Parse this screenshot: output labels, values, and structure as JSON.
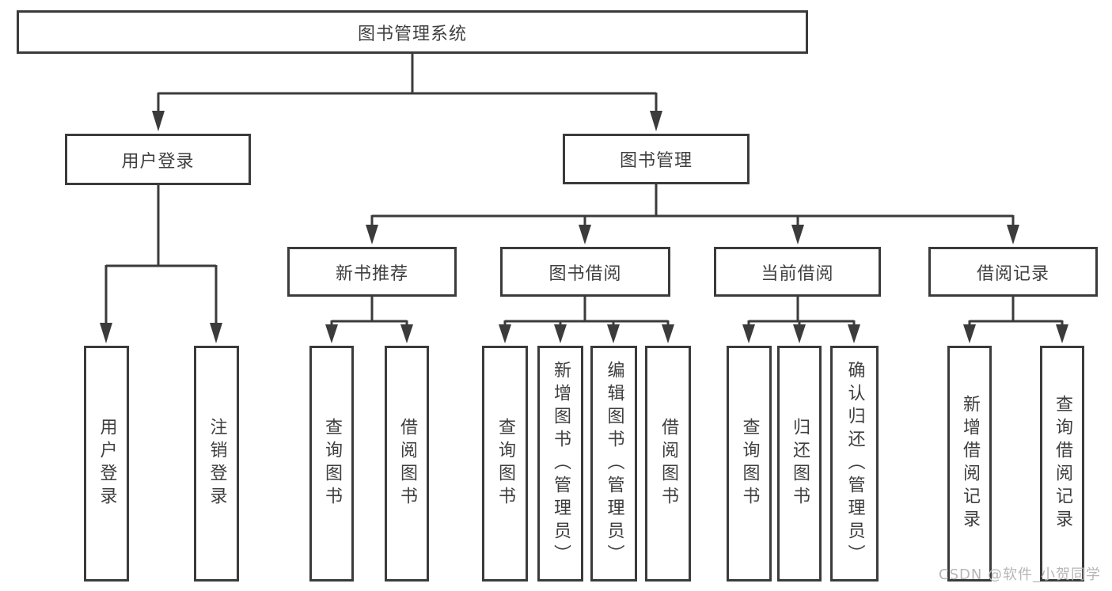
{
  "diagram": {
    "tree": {
      "label": "图书管理系统",
      "children": [
        {
          "label": "用户登录",
          "children": [
            {
              "label": "用户登录"
            },
            {
              "label": "注销登录"
            }
          ]
        },
        {
          "label": "图书管理",
          "children": [
            {
              "label": "新书推荐",
              "children": [
                {
                  "label": "查询图书"
                },
                {
                  "label": "借阅图书"
                }
              ]
            },
            {
              "label": "图书借阅",
              "children": [
                {
                  "label": "查询图书"
                },
                {
                  "label": "新增图书（管理员）"
                },
                {
                  "label": "编辑图书（管理员）"
                },
                {
                  "label": "借阅图书"
                }
              ]
            },
            {
              "label": "当前借阅",
              "children": [
                {
                  "label": "查询图书"
                },
                {
                  "label": "归还图书"
                },
                {
                  "label": "确认归还（管理员）"
                }
              ]
            },
            {
              "label": "借阅记录",
              "children": [
                {
                  "label": "新增借阅记录"
                },
                {
                  "label": "查询借阅记录"
                }
              ]
            }
          ]
        }
      ]
    },
    "colors": {
      "line": "#3b3b3b",
      "text": "#3f3f3f",
      "background": "#ffffff"
    }
  },
  "watermark": {
    "text": "CSDN @软件_小贺同学",
    "color": "#b6b6b6"
  }
}
